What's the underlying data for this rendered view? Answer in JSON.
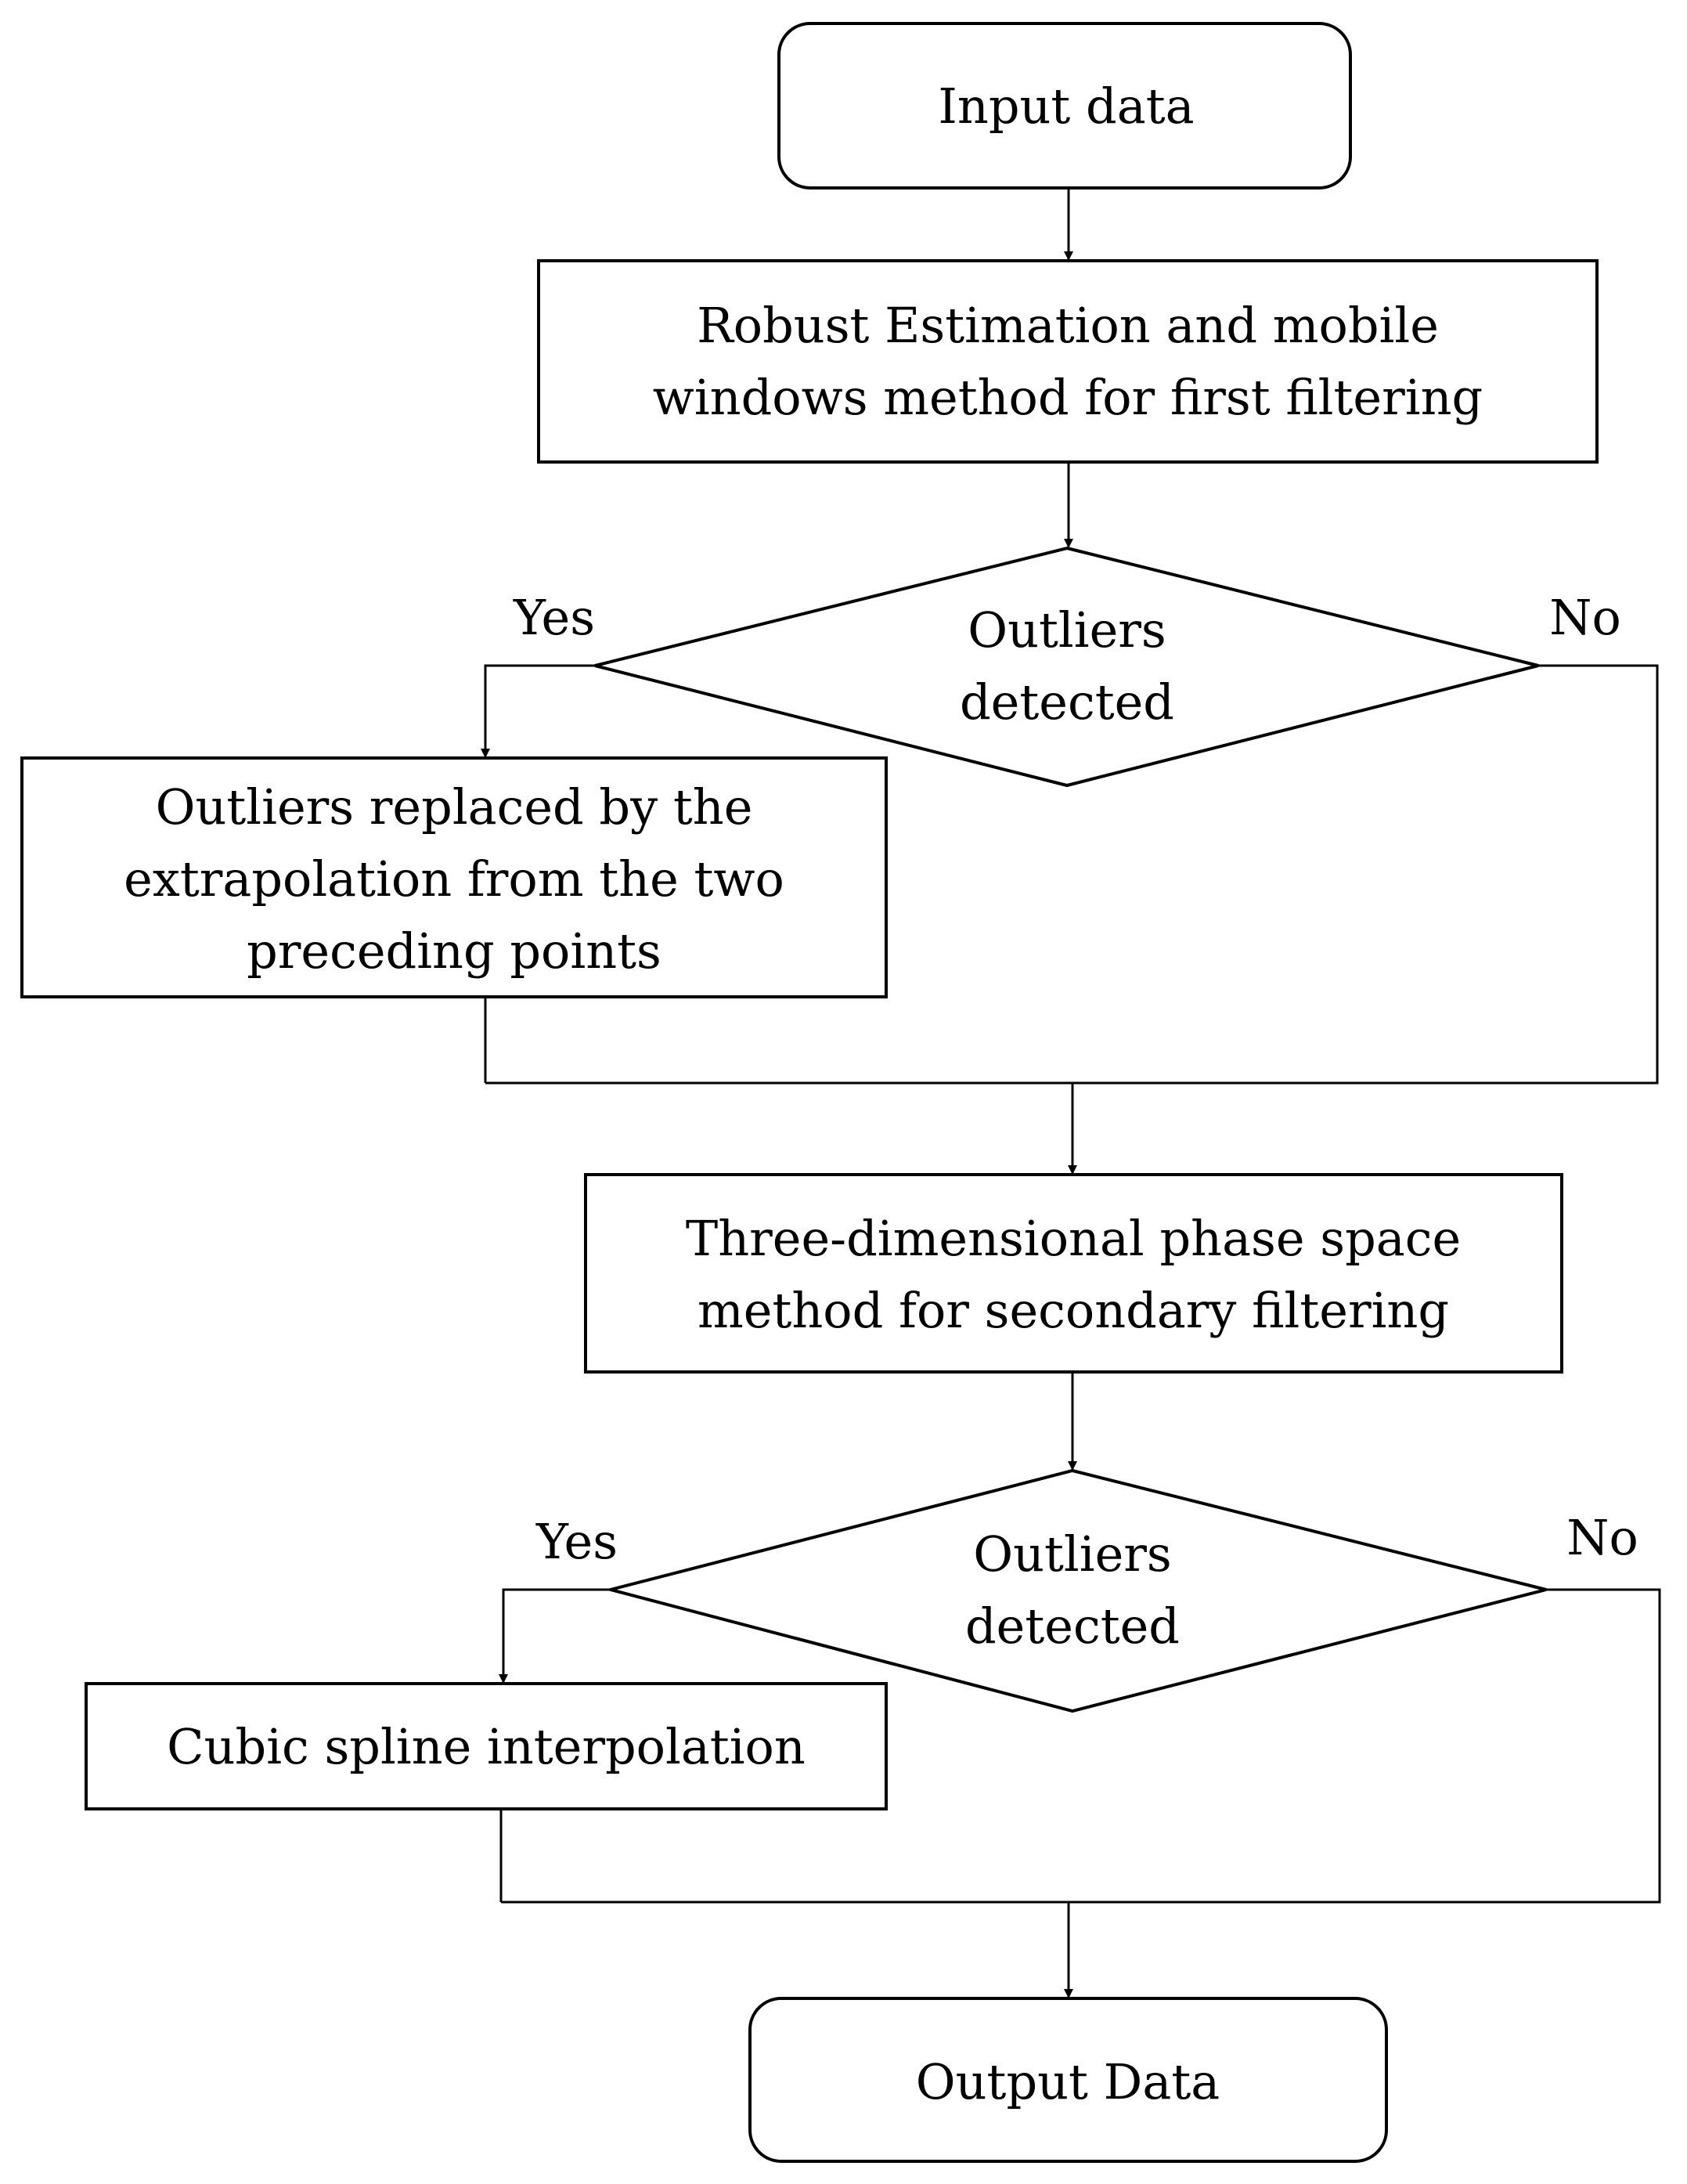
{
  "flowchart": {
    "start": {
      "label": "Input data"
    },
    "step1": {
      "lines": [
        "Robust Estimation and mobile",
        "windows method for first filtering"
      ]
    },
    "decision1": {
      "lines": [
        "Outliers",
        "detected"
      ],
      "yes_label": "Yes",
      "no_label": "No"
    },
    "action1": {
      "lines": [
        "Outliers replaced by the",
        "extrapolation from the two",
        "preceding points"
      ]
    },
    "step2": {
      "lines": [
        "Three-dimensional phase space",
        "method for secondary filtering"
      ]
    },
    "decision2": {
      "lines": [
        "Outliers",
        "detected"
      ],
      "yes_label": "Yes",
      "no_label": "No"
    },
    "action2": {
      "label": "Cubic spline interpolation"
    },
    "end": {
      "label": "Output Data"
    }
  }
}
